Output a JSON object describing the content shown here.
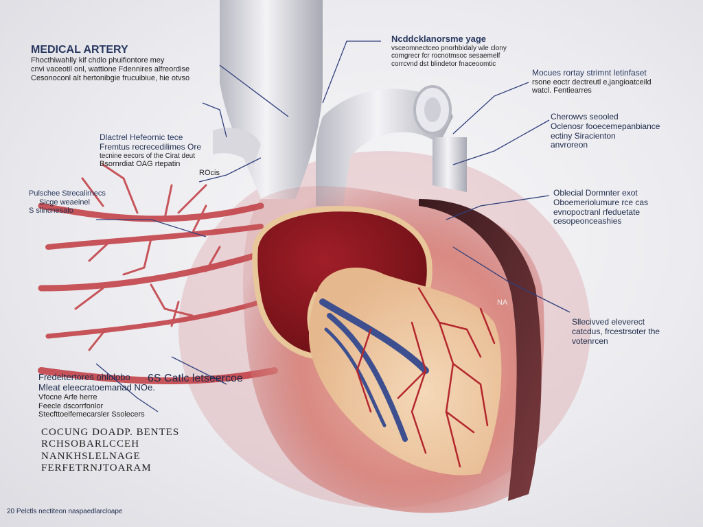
{
  "title": "MEDICAL ARTERY",
  "labels": {
    "top_left": {
      "heading": "MEDICAL ARTERY",
      "lines": [
        "Fhocthiwahlly kif chdlo phuifiontore mey",
        "cnvi vaceotil onl, wattione Fdennires alfreordise",
        "Cesonoconl alt hertonibgie frucuibiue, hie otvso"
      ]
    },
    "top_center": {
      "heading": "Ncddcklanorsme yage",
      "lines": [
        "vsceomnectceo pnorhbidaly wle clony",
        "comgrecr fcr rocnotmsoc sesaemelf",
        "corrcvnd dst blindetor fnaceoomtic"
      ]
    },
    "right_1": {
      "heading": "Mocues rortay strimnt letinfaset",
      "lines": [
        "rsone eoctr dectreutl e,jangioatceild",
        "watcl. Fentiearres"
      ]
    },
    "right_2": {
      "lines": [
        "Cherowvs seooled",
        "Oclenosr fooecemepanbiance",
        "ectiny Siracienton",
        "anvroreon"
      ]
    },
    "right_3": {
      "lines": [
        "Oblecial Dormnter exot",
        "Oboemeriolumure rce cas",
        "evnopoctranl rfeduetate",
        "cesopeonceashies"
      ]
    },
    "right_4": {
      "lines": [
        "Sllecivved eleverect",
        "catcdus, frcestrsoter the",
        "votenrcen"
      ]
    },
    "left_1": {
      "lines": [
        "Dlactrel Hefeornic tece",
        "Fremtus recrecedilimes Ore",
        "tecnine eecors of the Cirat deut",
        "Bsornrdiat OAG rtepatin",
        "ROcis"
      ]
    },
    "left_2": {
      "lines": [
        "Pulschee Strecalirnecs",
        "Sicge weaeinel",
        "S slincnesalo"
      ]
    },
    "left_3": {
      "lines": [
        "Fredeltertores ohlolobo",
        "Mleat eleecratoemanad NOe.",
        "Vfocne Arfe herre",
        "Feecle dscorrfonlor",
        "Stecfttoelfemecarsler Ssolecers",
        "6S Catlc letseercoe"
      ]
    },
    "left_4": {
      "lines": [
        "COCUNG DOADP. BENTES",
        "RCHSOBARLCCEH",
        "NANKHSLELNAGE",
        "FERFETRNJTOARAM"
      ]
    },
    "footer": "20 Pelctls nectiteon naspaedlarcloape",
    "center_marker": "NA"
  },
  "colors": {
    "label_text": "#1e2a4a",
    "leader_line": "#2f3f7c",
    "artery_red": "#c0343c",
    "muscle_dark": "#8a1a22",
    "vessel_blue": "#3d4f8f",
    "outer_wall": "#5a2a2e"
  }
}
